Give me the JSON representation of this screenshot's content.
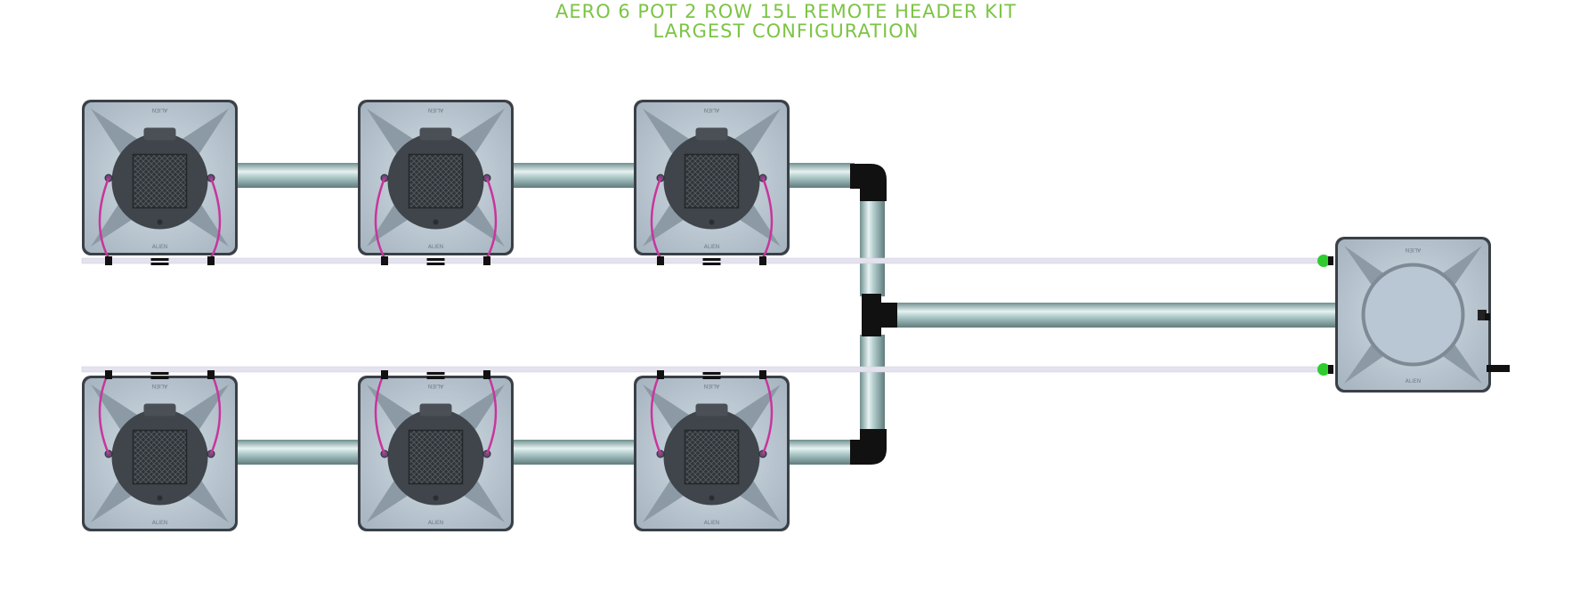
{
  "header": {
    "title_line1": "AERO 6 POT 2 ROW 15L REMOTE HEADER KIT",
    "title_line2": "LARGEST CONFIGURATION"
  },
  "pot_label": "ALIEN",
  "colors": {
    "title": "#7cc444",
    "pot_body": "#b4c2ce",
    "pot_rim": "#3a4046",
    "lid": "#3f454a",
    "pipe": "#a9c2c2",
    "hose": "#c8359c",
    "feed_line": "#e4e2ee",
    "fitting": "#111111",
    "valve": "#2ecc2e"
  },
  "icons": {
    "pot": "plant-pot-icon",
    "header_tank": "header-tank-icon",
    "elbow": "elbow-fitting-icon",
    "tee": "tee-fitting-icon",
    "valve": "green-valve-icon"
  }
}
